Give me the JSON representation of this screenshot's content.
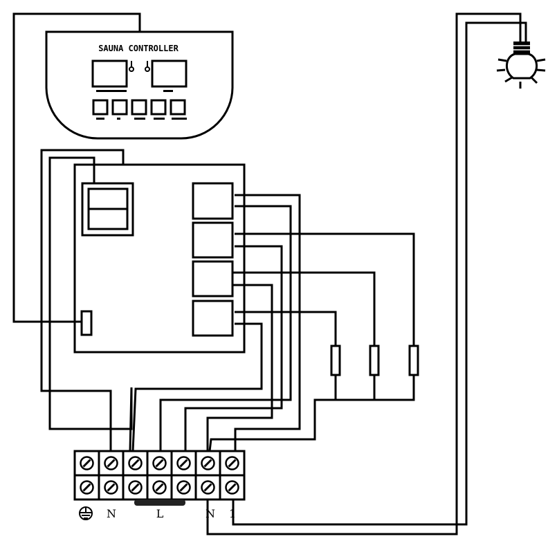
{
  "controller": {
    "title": "SAUNA CONTROLLER"
  },
  "terminal_block": {
    "columns": 7,
    "labels": [
      "N",
      "L",
      "N",
      "1"
    ],
    "ground_icon": "ground-symbol-icon"
  },
  "devices": {
    "lamp_icon": "light-bulb-icon",
    "heater_icon": "heating-element-icon",
    "heater_count": 3,
    "relay_count": 4
  }
}
